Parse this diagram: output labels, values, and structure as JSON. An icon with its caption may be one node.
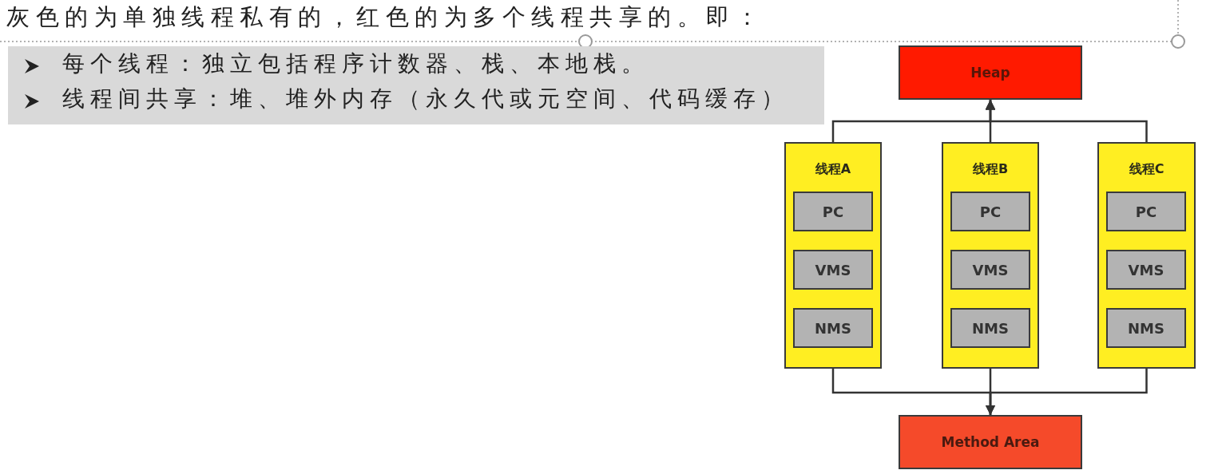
{
  "diagram": {
    "title": "灰色的为单独线程私有的，红色的为多个线程共享的。即：",
    "nodes": [
      {
        "text": [
          "每个线程：独立包括程序计数器、栈、本地栈。",
          "线程间共享：堆、堆外内存（永久代或元空间、代码缓存）"
        ]
      },
      {
        "text": [
          "Heap"
        ]
      },
      {
        "text": [
          "线程A"
        ]
      },
      {
        "text": [
          "PC"
        ],
        "in": 2
      },
      {
        "text": [
          "VMS"
        ],
        "in": 2
      },
      {
        "text": [
          "NMS"
        ],
        "in": 2
      },
      {
        "text": [
          "线程B"
        ]
      },
      {
        "text": [
          "PC"
        ],
        "in": 6
      },
      {
        "text": [
          "VMS"
        ],
        "in": 6
      },
      {
        "text": [
          "NMS"
        ],
        "in": 6
      },
      {
        "text": [
          "线程C"
        ]
      },
      {
        "text": [
          "PC"
        ],
        "in": 10
      },
      {
        "text": [
          "VMS"
        ],
        "in": 10
      },
      {
        "text": [
          "NMS"
        ],
        "in": 10
      },
      {
        "text": [
          "Method Area"
        ]
      }
    ],
    "edges": [
      {
        "from": 2,
        "to": 1,
        "arrow": "to"
      },
      {
        "from": 6,
        "to": 1,
        "arrow": "to"
      },
      {
        "from": 10,
        "to": 1,
        "arrow": "to"
      },
      {
        "from": 2,
        "to": 14,
        "arrow": "to"
      },
      {
        "from": 6,
        "to": 14,
        "arrow": "to"
      },
      {
        "from": 10,
        "to": 14,
        "arrow": "to"
      }
    ]
  }
}
